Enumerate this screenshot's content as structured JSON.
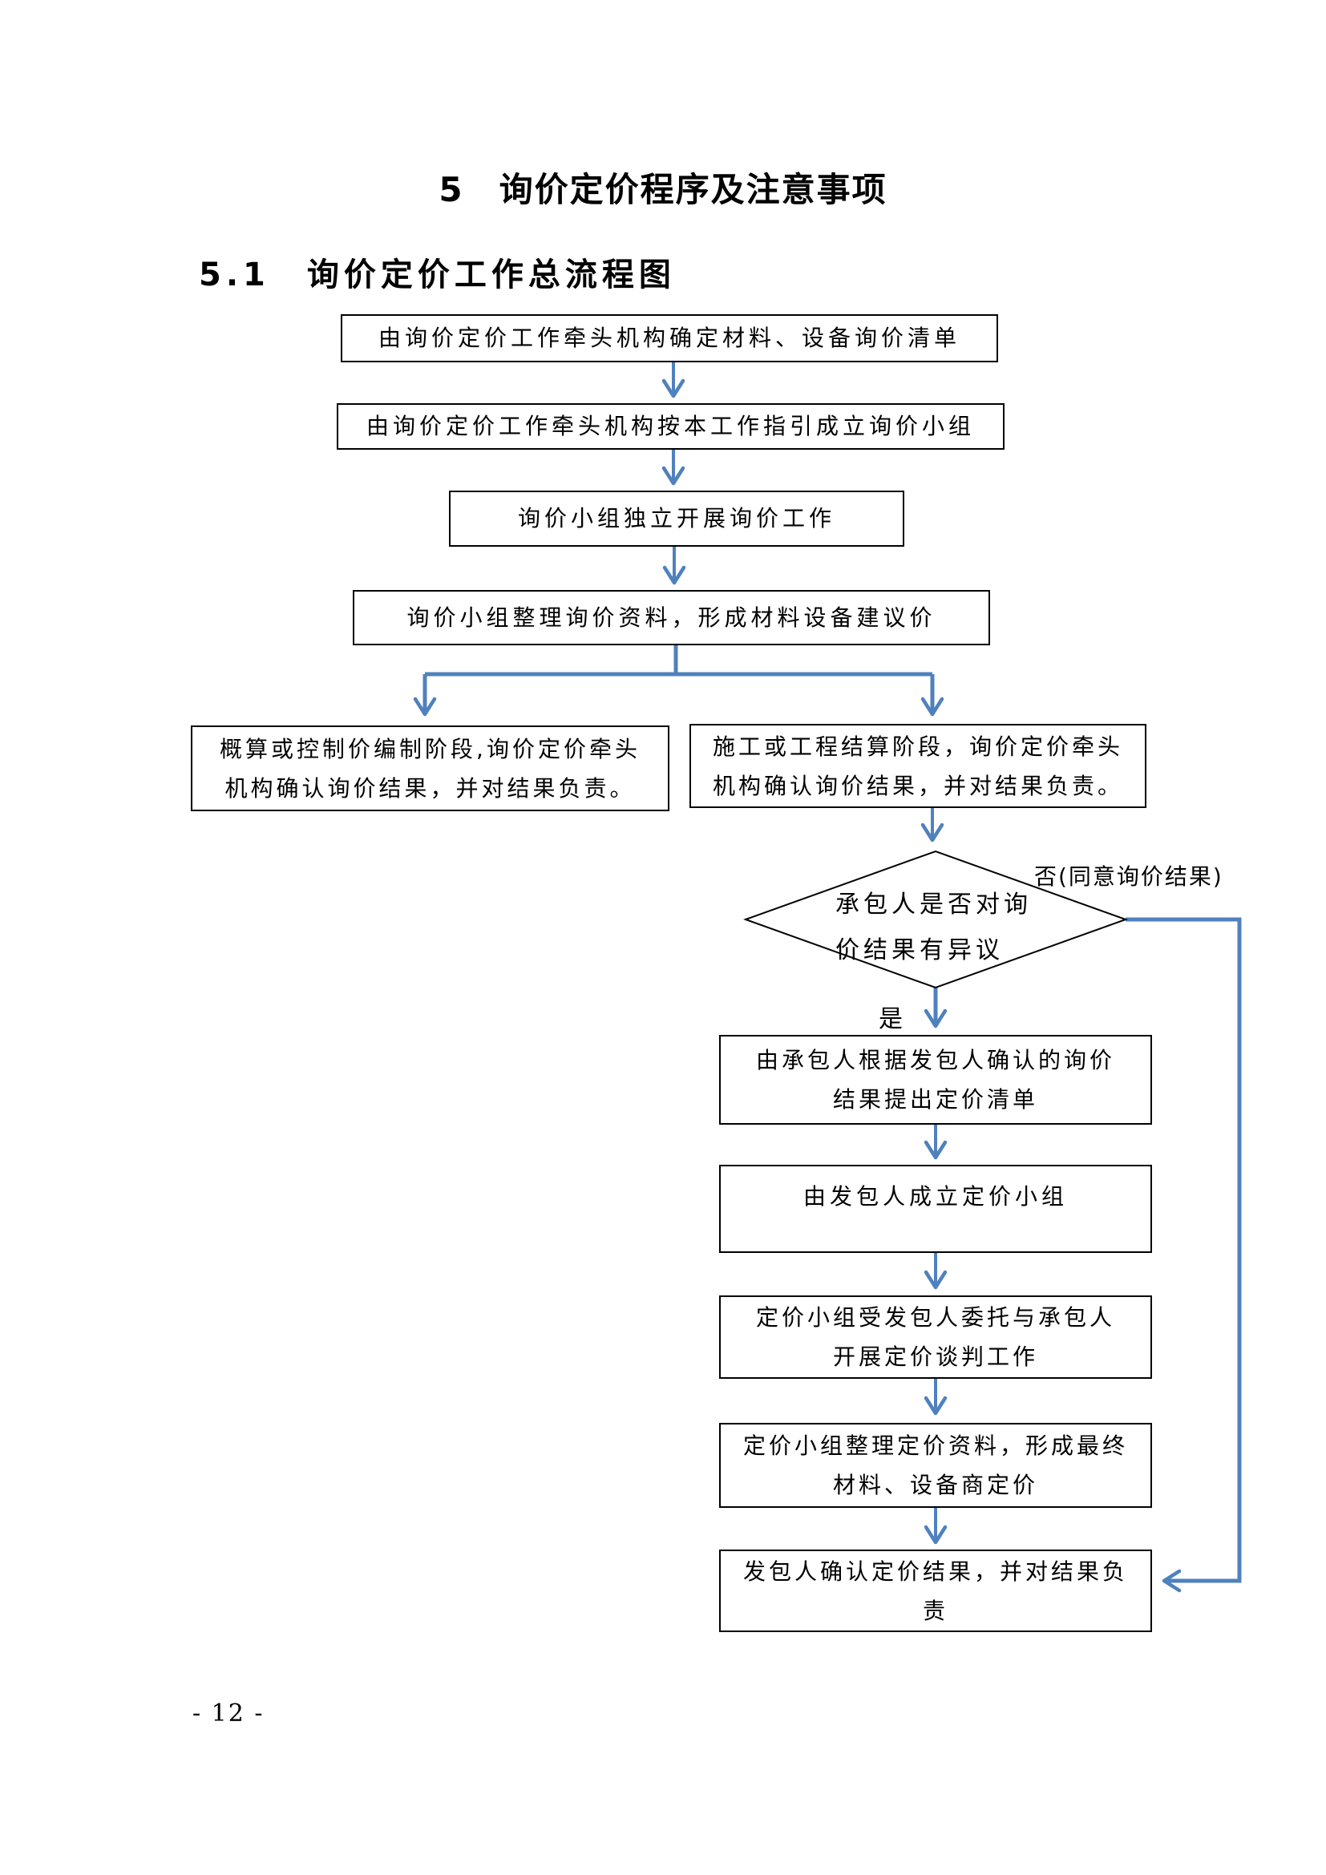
{
  "page": {
    "title": "5　询价定价程序及注意事项",
    "heading": "5.1　询价定价工作总流程图",
    "page_number": "- 12 -"
  },
  "colors": {
    "arrow_blue": "#4f81bd",
    "box_border": "#000000",
    "page_bg": "#ffffff"
  },
  "flowchart": {
    "steps": {
      "s1": {
        "text": "由询价定价工作牵头机构确定材料、设备询价清单"
      },
      "s2": {
        "text": "由询价定价工作牵头机构按本工作指引成立询价小组"
      },
      "s3": {
        "text": "询价小组独立开展询价工作"
      },
      "s4": {
        "text": "询价小组整理询价资料，形成材料设备建议价"
      },
      "s5_left": {
        "text": "概算或控制价编制阶段,询价定价牵头\n机构确认询价结果，并对结果负责。"
      },
      "s6_right": {
        "text": "施工或工程结算阶段，询价定价牵头\n机构确认询价结果，并对结果负责。"
      },
      "decision": {
        "text": "承包人是否对询\n价结果有异议"
      },
      "s7": {
        "text": "由承包人根据发包人确认的询价\n结果提出定价清单"
      },
      "s8": {
        "text": "由发包人成立定价小组"
      },
      "s9": {
        "text": "定价小组受发包人委托与承包人\n开展定价谈判工作"
      },
      "s10": {
        "text": "定价小组整理定价资料，形成最终\n材料、设备商定价"
      },
      "s11": {
        "text": "发包人确认定价结果，并对结果负\n责"
      }
    },
    "branch_labels": {
      "no": "否(同意询价结果)",
      "yes": "是"
    }
  }
}
